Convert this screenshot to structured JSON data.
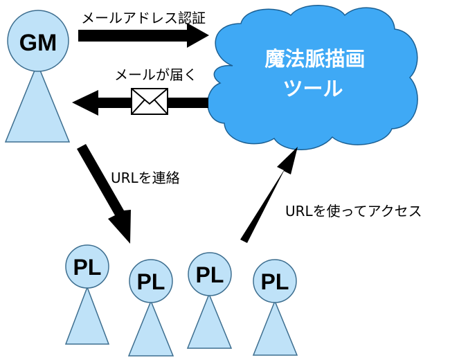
{
  "colors": {
    "figure_fill": "#bfe2f8",
    "figure_stroke": "#3d6e8f",
    "cloud_fill": "#3fa9f5",
    "cloud_stroke": "#1b5f92",
    "arrow": "#000000",
    "envelope_fill": "#ffffff"
  },
  "actors": {
    "gm": {
      "label": "GM"
    },
    "players": [
      {
        "label": "PL"
      },
      {
        "label": "PL"
      },
      {
        "label": "PL"
      },
      {
        "label": "PL"
      }
    ]
  },
  "tool": {
    "name_line1": "魔法脈描画",
    "name_line2": "ツール",
    "icon": "cloud-shape"
  },
  "edges": {
    "mail_auth": "メールアドレス認証",
    "mail_arrives": "メールが届く",
    "url_contact": "URLを連絡",
    "url_access": "URLを使ってアクセス"
  },
  "icons": {
    "envelope": "envelope-icon"
  }
}
